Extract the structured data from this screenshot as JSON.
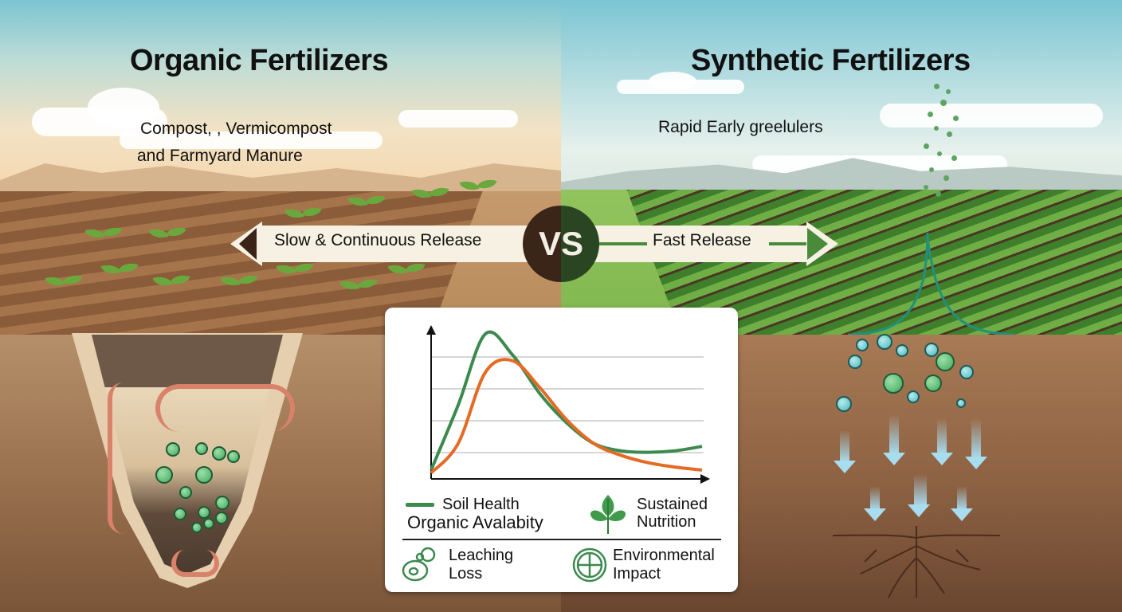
{
  "left_panel": {
    "title": "Organic Fertilizers",
    "subtitle_line1": "Compost, , Vermicompost",
    "subtitle_line2": "and Farmyard Manure",
    "release_label": "Slow & Continuous Release",
    "release_direction": "left",
    "scene": "brown soil field with seedlings; cross-section pit with earthworms and green nutrient granules"
  },
  "right_panel": {
    "title": "Synthetic Fertilizers",
    "subtitle": "Rapid Early greelulers",
    "release_label": "Fast Release",
    "release_direction": "right",
    "scene": "dense green crop rows; falling green granules, sharp peak curve, teal nutrient bubbles leaching down past roots"
  },
  "vs_badge": {
    "label": "VS"
  },
  "chart_card": {
    "legend": [
      {
        "label_line1": "Soil Health",
        "label_line2": "Organic Avalabity",
        "icon": "green-line-swatch",
        "color": "#3c8a4f"
      },
      {
        "label_line1": "Sustained",
        "label_line2": "Nutrition",
        "icon": "leaf-sprout-icon",
        "color": "#3f9a4a"
      },
      {
        "label_line1": "Leaching",
        "label_line2": "Loss",
        "icon": "leaching-droplet-icon",
        "color": "#3c8a4f"
      },
      {
        "label_line1": "Environmental",
        "label_line2": "Impact",
        "icon": "globe-cross-icon",
        "color": "#3c8a4f"
      }
    ]
  },
  "colors": {
    "green_series": "#3c8a4f",
    "orange_series": "#e56a24",
    "vs_left": "#3a2518",
    "vs_right": "#2a4521",
    "release_band": "#f6f1e3",
    "arrow_green": "#4a8b3b",
    "arrow_dark": "#3a2418"
  },
  "chart_data": {
    "type": "line",
    "title": "",
    "xlabel": "",
    "ylabel": "",
    "x": [
      0,
      1,
      2,
      3,
      4,
      5,
      6,
      7,
      8,
      9,
      10
    ],
    "series": [
      {
        "name": "Green curve (Soil Health / Organic Availability)",
        "color": "#3c8a4f",
        "values": [
          0.3,
          2.5,
          4.9,
          4.2,
          2.9,
          1.9,
          1.2,
          0.95,
          0.9,
          0.95,
          1.1
        ]
      },
      {
        "name": "Orange curve",
        "color": "#e56a24",
        "values": [
          0.2,
          1.2,
          3.6,
          4.0,
          3.1,
          2.0,
          1.2,
          0.8,
          0.55,
          0.4,
          0.3
        ]
      }
    ],
    "ylim": [
      0,
      5.2
    ],
    "grid": true,
    "gridlines_y": [
      1,
      2,
      3,
      4
    ],
    "tick_labels_shown": false,
    "legend_position": "below"
  }
}
